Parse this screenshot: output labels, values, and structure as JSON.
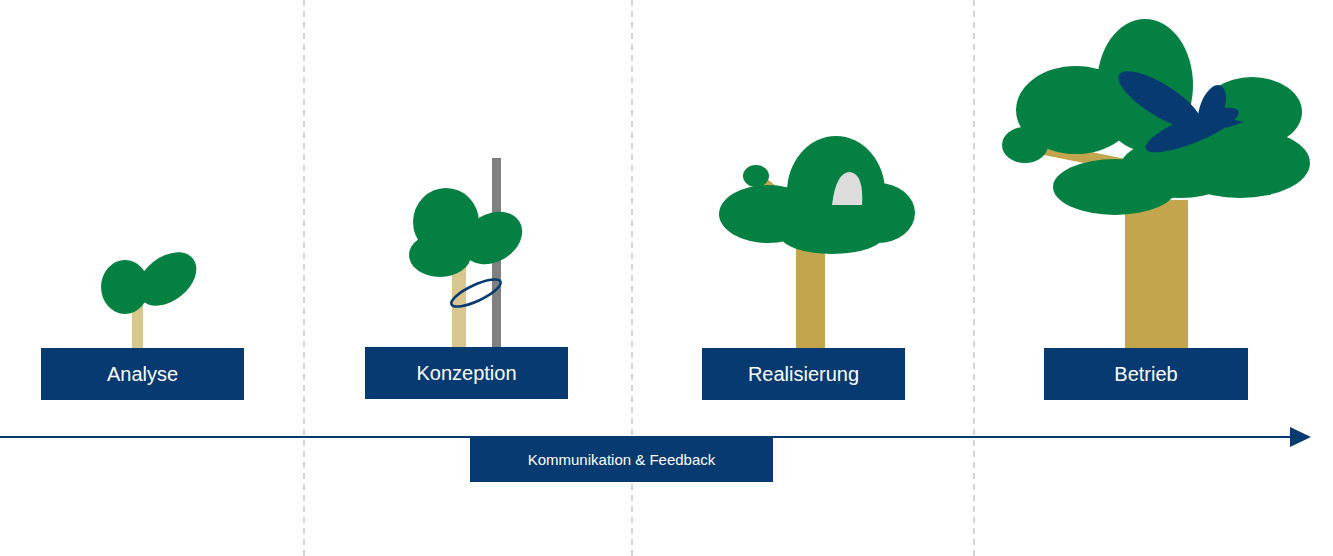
{
  "diagram": {
    "nodes": [
      {
        "text": [
          "Analyse"
        ]
      },
      {
        "text": [
          "Konzeption"
        ]
      },
      {
        "text": [
          "Realisierung"
        ]
      },
      {
        "text": [
          "Betrieb"
        ]
      },
      {
        "text": [
          "Kommunikation & Feedback"
        ]
      }
    ]
  }
}
